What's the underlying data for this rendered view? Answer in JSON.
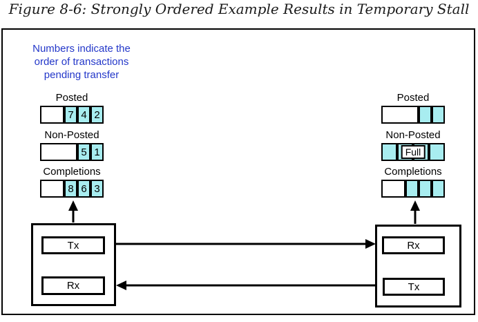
{
  "title": "Figure 8-6: Strongly Ordered Example Results in Temporary Stall",
  "note": {
    "lines": [
      "Numbers indicate the",
      "order of transactions",
      "pending transfer"
    ]
  },
  "colors": {
    "queue_fill": "#a8edf0",
    "note_blue": "#2337c9",
    "line_black": "#000000"
  },
  "left_device": {
    "queues": [
      {
        "label": "Posted",
        "cells": [
          {
            "kind": "empty"
          },
          {
            "kind": "filled",
            "text": "7"
          },
          {
            "kind": "filled",
            "text": "4"
          },
          {
            "kind": "filled",
            "text": "2"
          }
        ]
      },
      {
        "label": "Non-Posted",
        "cells": [
          {
            "kind": "empty"
          },
          {
            "kind": "filled",
            "text": "5"
          },
          {
            "kind": "filled",
            "text": "1"
          }
        ]
      },
      {
        "label": "Completions",
        "cells": [
          {
            "kind": "empty"
          },
          {
            "kind": "filled",
            "text": "8"
          },
          {
            "kind": "filled",
            "text": "6"
          },
          {
            "kind": "filled",
            "text": "3"
          }
        ]
      }
    ],
    "ports": [
      {
        "label": "Tx"
      },
      {
        "label": "Rx"
      }
    ]
  },
  "right_device": {
    "queues": [
      {
        "label": "Posted",
        "cells": [
          {
            "kind": "empty"
          },
          {
            "kind": "filled"
          },
          {
            "kind": "filled"
          }
        ]
      },
      {
        "label": "Non-Posted",
        "overlay": "Full",
        "cells": [
          {
            "kind": "filled"
          },
          {
            "kind": "filled"
          },
          {
            "kind": "filled"
          },
          {
            "kind": "filled"
          }
        ]
      },
      {
        "label": "Completions",
        "cells": [
          {
            "kind": "empty"
          },
          {
            "kind": "filled"
          },
          {
            "kind": "filled"
          },
          {
            "kind": "filled"
          }
        ]
      }
    ],
    "ports": [
      {
        "label": "Rx"
      },
      {
        "label": "Tx"
      }
    ]
  }
}
